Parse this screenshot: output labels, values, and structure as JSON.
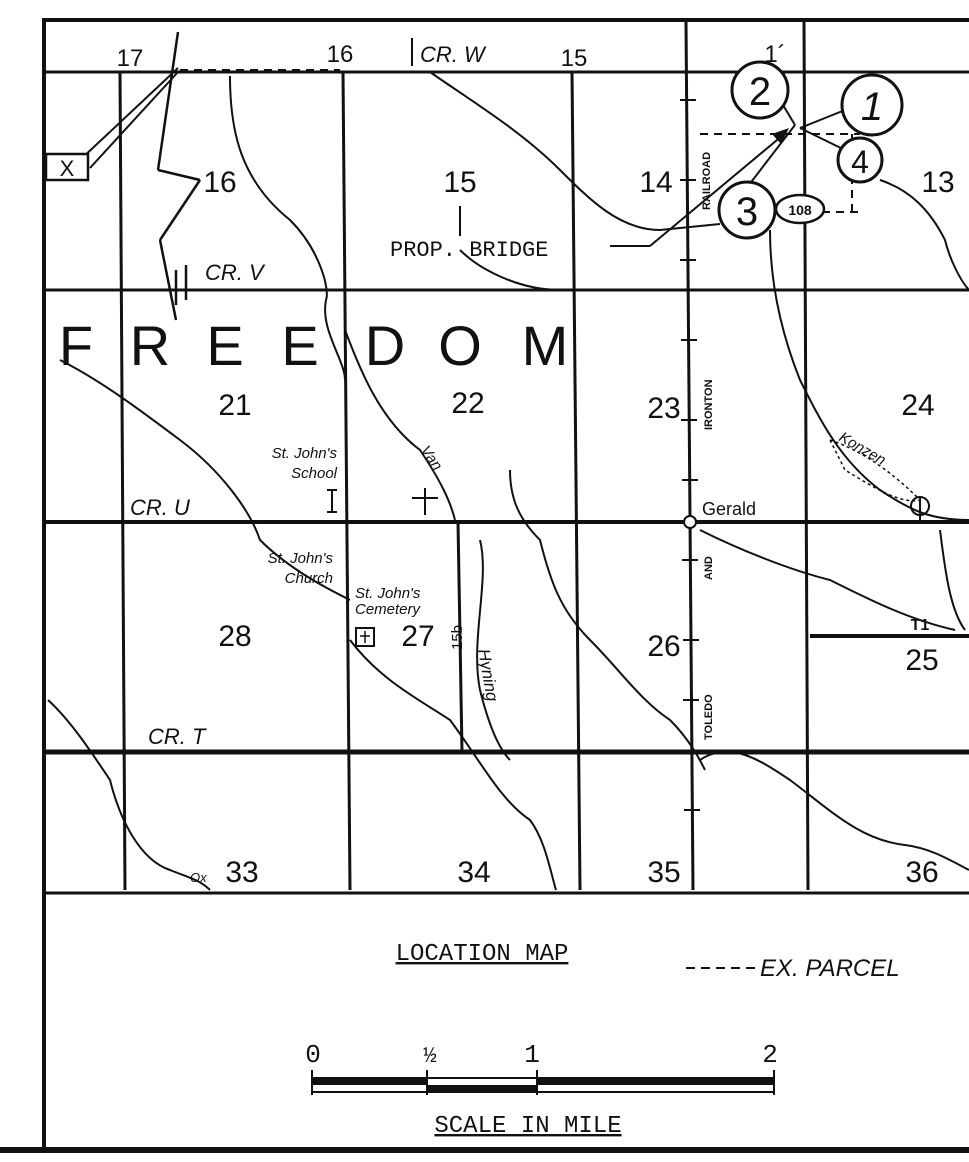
{
  "township_letters": [
    "F",
    "R",
    "E",
    "E",
    "D",
    "O",
    "M"
  ],
  "sections": {
    "s17": "17",
    "s16top": "16",
    "s15top": "15",
    "s14top": "1´",
    "s16": "16",
    "s15": "15",
    "s14": "14",
    "s13": "13",
    "s21": "21",
    "s22": "22",
    "s23": "23",
    "s24": "24",
    "s28": "28",
    "s27": "27",
    "s26": "26",
    "s25": "25",
    "s33": "33",
    "s34": "34",
    "s35": "35",
    "s36": "36"
  },
  "roads": {
    "cr_w": "CR. W",
    "cr_v": "CR. V",
    "cr_u": "CR. U",
    "cr_t": "CR. T",
    "hwy": "108",
    "t1": "T1",
    "r15b": "15b",
    "railroad": "RAILROAD",
    "ironton": "IRONTON",
    "and": "AND",
    "toledo": "TOLEDO"
  },
  "places": {
    "school_l1": "St. John's",
    "school_l2": "School",
    "church_l1": "St. John's",
    "church_l2": "Church",
    "cem_l1": "St. John's",
    "cem_l2": "Cemetery",
    "gerald": "Gerald",
    "van": "Van",
    "hyning": "Hyning",
    "konzen": "Konzen",
    "x_marker": "X",
    "ox": "Ox"
  },
  "markers": {
    "m1": "1",
    "m2": "2",
    "m3": "3",
    "m4": "4"
  },
  "labels": {
    "prop_bridge": "PROP. BRIDGE",
    "location_map": "LOCATION MAP",
    "ex_parcel": "EX. PARCEL",
    "scale_caption": "SCALE IN MILE"
  },
  "scale": {
    "t0": "0",
    "thalf": "½",
    "t1": "1",
    "t2": "2"
  },
  "colors": {
    "ink": "#111111",
    "paper": "#ffffff"
  }
}
